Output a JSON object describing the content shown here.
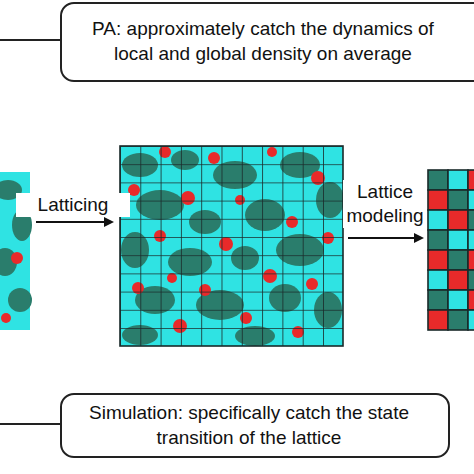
{
  "diagram": {
    "nodes": [
      {
        "text": [
          "PA: approximately catch the dynamics of local and global density on average"
        ]
      },
      {
        "text": [
          "Simulation: specifically catch the state transition of the lattice"
        ]
      }
    ],
    "labels": [
      "Latticing",
      "Lattice modeling"
    ]
  }
}
